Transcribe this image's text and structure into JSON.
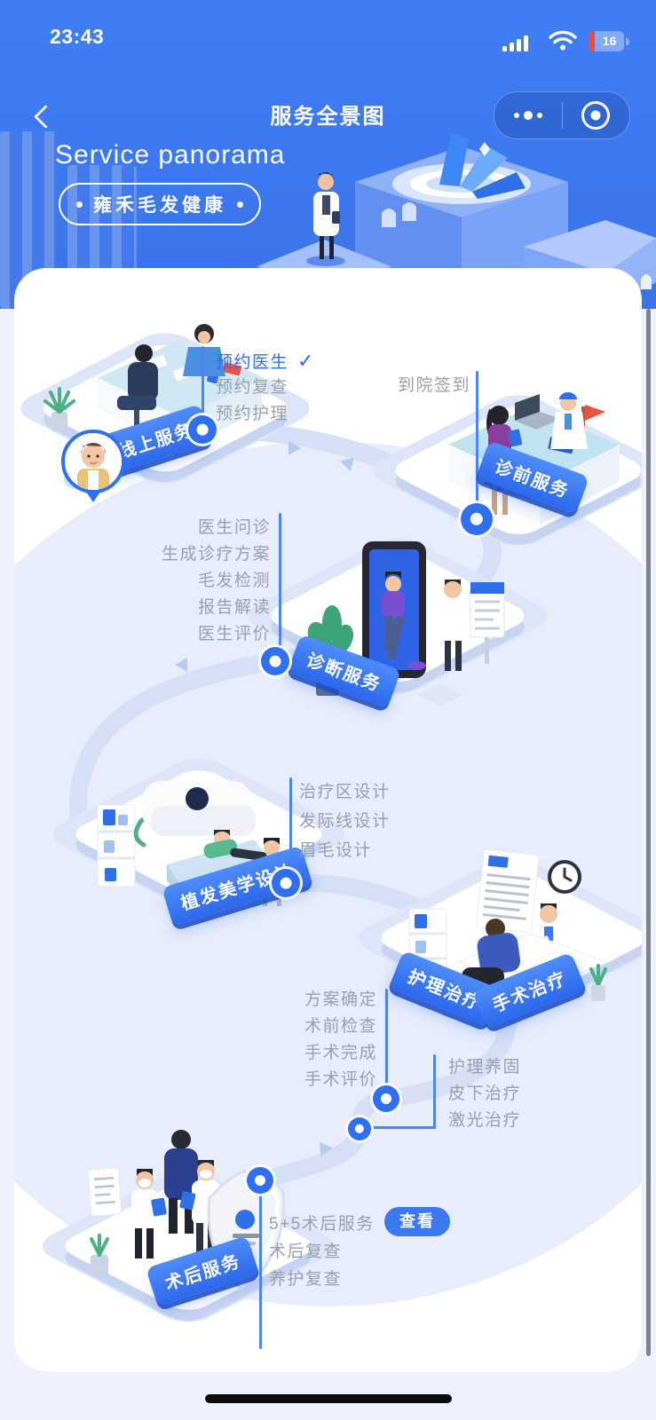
{
  "status_bar": {
    "time": "23:43",
    "battery_level": "16"
  },
  "nav": {
    "title": "服务全景图"
  },
  "header": {
    "subtitle": "Service panorama",
    "brand": "雍禾毛发健康"
  },
  "icons": {
    "check": "✓"
  },
  "journey": {
    "stations": [
      "线上服务",
      "诊前服务",
      "诊断服务",
      "植发美学设计",
      "护理治疗",
      "手术治疗",
      "术后服务"
    ],
    "online_items": [
      "预约医生",
      "预约复查",
      "预约护理"
    ],
    "checkin_label": "到院签到",
    "diagnosis_items": [
      "医生问诊",
      "生成诊疗方案",
      "毛发检测",
      "报告解读",
      "医生评价"
    ],
    "design_items": [
      "治疗区设计",
      "发际线设计",
      "眉毛设计"
    ],
    "surgery_items": [
      "方案确定",
      "术前检查",
      "手术完成",
      "手术评价"
    ],
    "care_items": [
      "护理养固",
      "皮下治疗",
      "激光治疗"
    ],
    "post_items": [
      "5+5术后服务",
      "术后复查",
      "养护复查"
    ],
    "view_button": "查看"
  },
  "colors": {
    "header_blue": "#3d79f0",
    "accent_blue": "#2e6ff3",
    "ribbon_blue": "#3b78f2",
    "path_band": "#d5dff5",
    "muted_text": "#99a0ac",
    "highlight_item": "#2e6cf0",
    "battery_red": "#eb4d3d",
    "card_bg": "#ffffff",
    "blob_bg": "#e7edfb"
  }
}
